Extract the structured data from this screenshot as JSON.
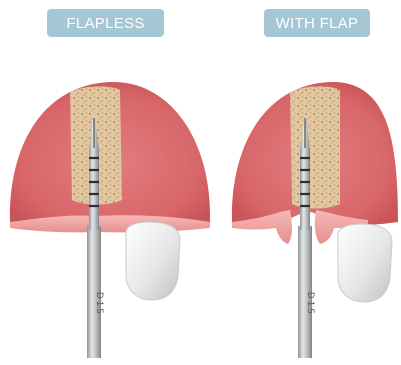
{
  "labels": {
    "flapless": "FLAPLESS",
    "with_flap": "WITH FLAP"
  },
  "drill_marking": "D 1.5",
  "colors": {
    "badge_bg": "#a5c7d3",
    "badge_text": "#ffffff",
    "gum": "#d96b6e",
    "gum_highlight": "#f2aaa8",
    "bone": "#e6d3a9",
    "drill": "#b9bdbf",
    "tooth": "#e9eaeb"
  }
}
